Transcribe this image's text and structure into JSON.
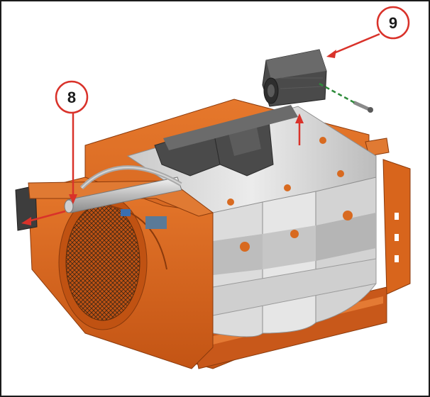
{
  "figure": {
    "colors": {
      "frame": "#ffffff",
      "orange": "#d8651c",
      "orange_dark": "#a84710",
      "grey_light": "#e1e1e1",
      "grey_mid": "#bdbdbd",
      "grey_dark": "#4a4a4a",
      "callout_red": "#d9322a",
      "dash_green": "#2e8b3a",
      "fan_blue": "#3a6fb0"
    },
    "callouts": [
      {
        "id": "callout-8",
        "label": "8"
      },
      {
        "id": "callout-9",
        "label": "9"
      }
    ]
  }
}
